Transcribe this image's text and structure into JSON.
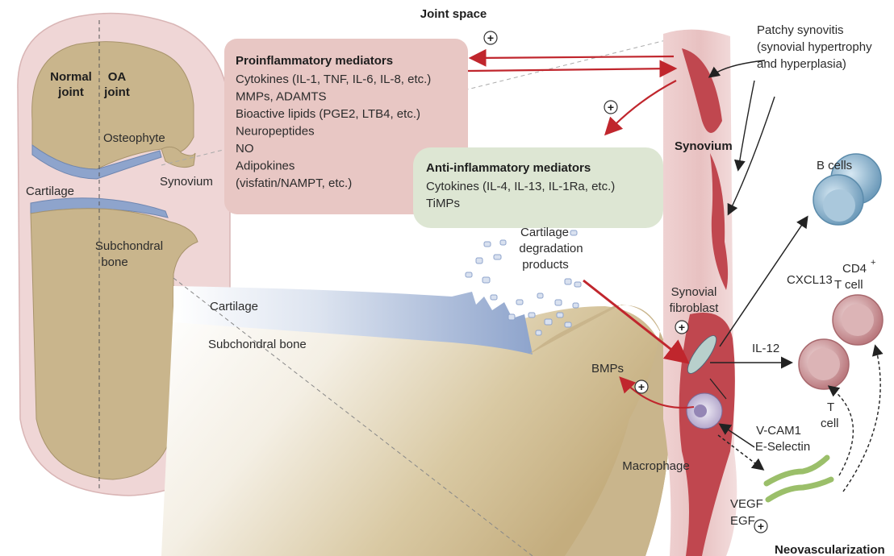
{
  "header": {
    "joint_space": "Joint space"
  },
  "inset": {
    "normal_joint": [
      "Normal",
      "joint"
    ],
    "oa_joint": [
      "OA",
      "joint"
    ],
    "osteophyte": "Osteophyte",
    "cartilage": "Cartilage",
    "synovium": "Synovium",
    "subchondral_bone": [
      "Subchondral",
      "bone"
    ]
  },
  "pro_box": {
    "title": "Proinflammatory mediators",
    "items": [
      "Cytokines (IL-1, TNF, IL-6, IL-8, etc.)",
      "MMPs, ADAMTS",
      "Bioactive lipids (PGE2, LTB4, etc.)",
      "Neuropeptides",
      "NO",
      "Adipokines",
      "(visfatin/NAMPT, etc.)"
    ]
  },
  "anti_box": {
    "title": "Anti-inflammatory mediators",
    "items": [
      "Cytokines (IL-4, IL-13, IL-1Ra, etc.)",
      "TiMPs"
    ]
  },
  "main": {
    "cartilage": "Cartilage",
    "subchondral_bone": "Subchondral bone",
    "degradation": [
      "Cartilage",
      "degradation",
      "products"
    ],
    "bmps": "BMPs",
    "synovium": "Synovium",
    "synovial_fibroblast": [
      "Synovial",
      "fibroblast"
    ],
    "macrophage": "Macrophage",
    "patchy": [
      "Patchy synovitis",
      "(synovial hypertrophy",
      "and hyperplasia)"
    ],
    "cxcl13": "CXCL13",
    "il12": "IL-12",
    "b_cells": "B cells",
    "cd4": [
      "CD4",
      "T cell"
    ],
    "cd4_sup": "+",
    "t_cell": [
      "T",
      "cell"
    ],
    "vcam": [
      "V-CAM1",
      "E-Selectin"
    ],
    "vegf": "VEGF",
    "egf": "EGF",
    "neovascularization": "Neovascularization"
  },
  "plus_sign": "+",
  "colors": {
    "pro_box": "#e8c7c4",
    "anti_box": "#dde6d3",
    "synovium": "#c0474f",
    "cartilage": "#8fa3c8",
    "bone": "#c9b58c",
    "arrow_red": "#c0262d",
    "b_cell": "#7fa9c5",
    "t_cell": "#c98a8e"
  }
}
